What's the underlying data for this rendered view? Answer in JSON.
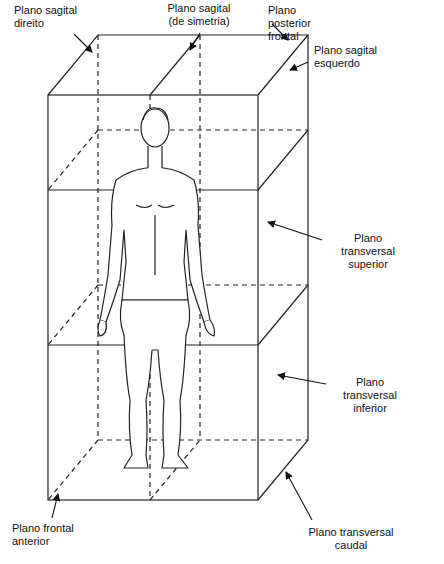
{
  "diagram": {
    "labels": [
      "Plano sagital direito",
      "Plano sagital (de simetria)",
      "Plano posterior frontal",
      "Plano sagital esquerdo",
      "Plano transversal superior",
      "Plano transversal inferior",
      "Plano frontal anterior",
      "Plano transversal caudal"
    ]
  }
}
